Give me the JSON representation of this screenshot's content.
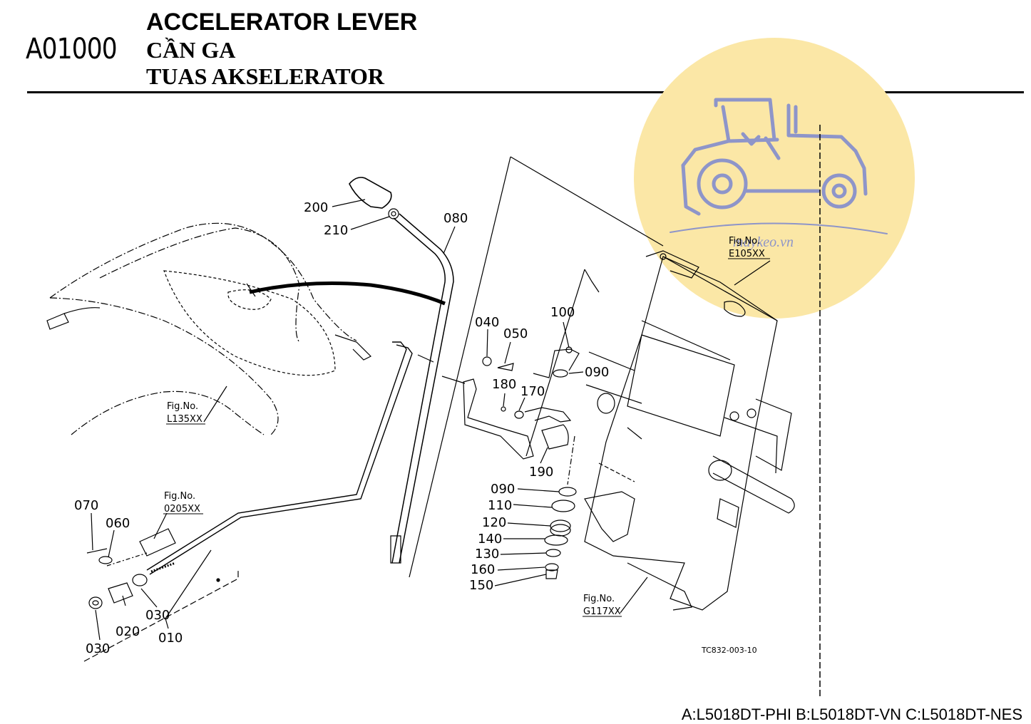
{
  "header": {
    "code": "A01000",
    "title_en": "ACCELERATOR LEVER",
    "title_vi": "CẦN GA",
    "title_id": "TUAS AKSELERATOR"
  },
  "footer": {
    "models": "A:L5018DT-PHI B:L5018DT-VN C:L5018DT-NES"
  },
  "drawing": {
    "ref_code": "TC832-003-10",
    "part_labels": {
      "p200": "200",
      "p210": "210",
      "p080": "080",
      "p040": "040",
      "p050": "050",
      "p100": "100",
      "p090a": "090",
      "p180": "180",
      "p170": "170",
      "p190": "190",
      "p090b": "090",
      "p110": "110",
      "p120": "120",
      "p140": "140",
      "p130": "130",
      "p160": "160",
      "p150": "150",
      "p070": "070",
      "p060": "060",
      "p030a": "030",
      "p020": "020",
      "p030b": "030",
      "p010": "010"
    },
    "fig_refs": {
      "l135": {
        "label": "Fig.No.",
        "code": "L135XX"
      },
      "o205": {
        "label": "Fig.No.",
        "code": "0205XX"
      },
      "e105": {
        "label": "Fig.No.",
        "code": "E105XX"
      },
      "g117": {
        "label": "Fig.No.",
        "code": "G117XX"
      }
    }
  },
  "watermark": {
    "text": "maykeo.vn",
    "color": "#fbe7a6",
    "icon_color": "#8e95c9"
  }
}
